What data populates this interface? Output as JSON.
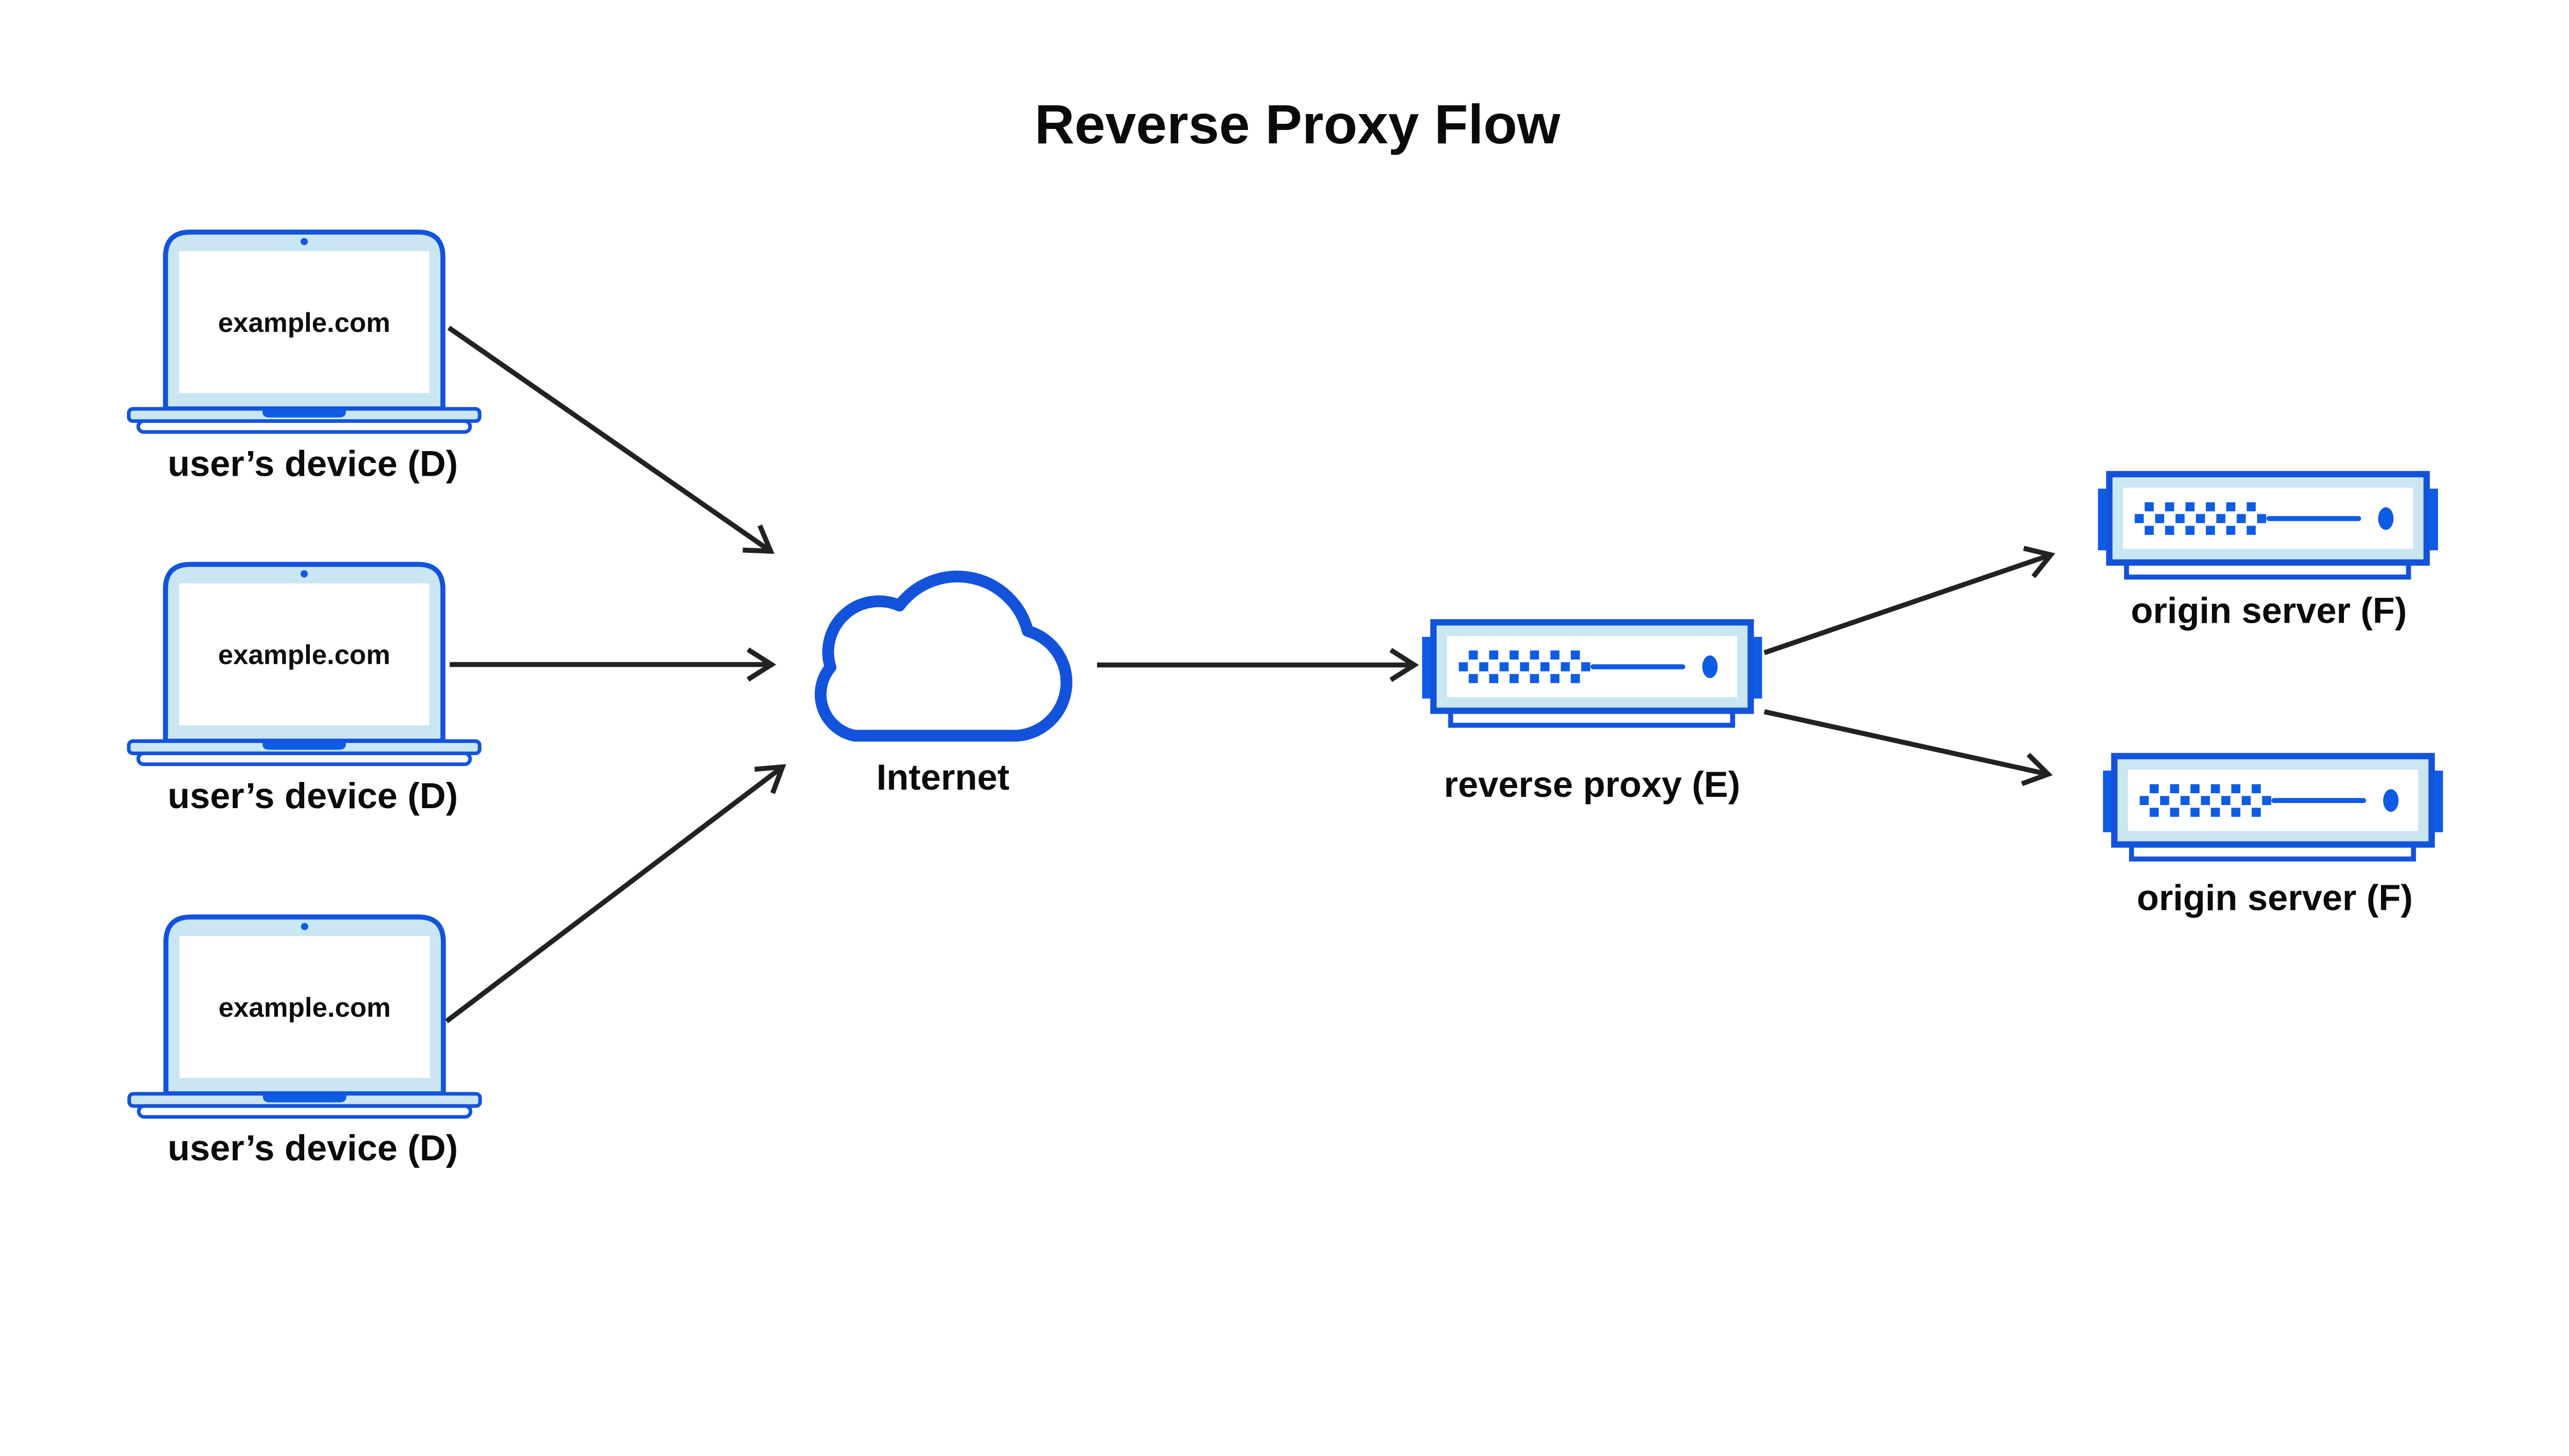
{
  "title": "Reverse Proxy Flow",
  "colors": {
    "outline_blue": "#1353dc",
    "solid_blue": "#0f5ce4",
    "light_blue": "#c9e6f2",
    "arrow_black": "#222222",
    "text_black": "#0a0a0b",
    "background": "#ffffff"
  },
  "devices": [
    {
      "id": "device-1",
      "screen_text": "example.com",
      "label": "user’s device (D)",
      "icon": "laptop-icon"
    },
    {
      "id": "device-2",
      "screen_text": "example.com",
      "label": "user’s device (D)",
      "icon": "laptop-icon"
    },
    {
      "id": "device-3",
      "screen_text": "example.com",
      "label": "user’s device (D)",
      "icon": "laptop-icon"
    }
  ],
  "internet": {
    "id": "internet",
    "label": "Internet",
    "icon": "cloud-icon"
  },
  "reverse_proxy": {
    "id": "reverse-proxy",
    "label": "reverse proxy (E)",
    "icon": "server-icon"
  },
  "origin_servers": [
    {
      "id": "origin-1",
      "label": "origin server (F)",
      "icon": "server-icon"
    },
    {
      "id": "origin-2",
      "label": "origin server (F)",
      "icon": "server-icon"
    }
  ],
  "connections": [
    {
      "from": "device-1",
      "to": "internet"
    },
    {
      "from": "device-2",
      "to": "internet"
    },
    {
      "from": "device-3",
      "to": "internet"
    },
    {
      "from": "internet",
      "to": "reverse-proxy"
    },
    {
      "from": "reverse-proxy",
      "to": "origin-1"
    },
    {
      "from": "reverse-proxy",
      "to": "origin-2"
    }
  ]
}
